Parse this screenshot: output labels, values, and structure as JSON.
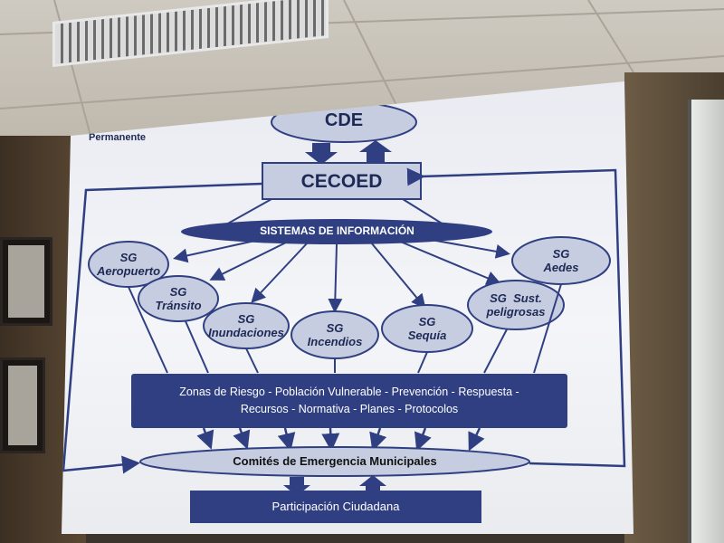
{
  "slide": {
    "corner_label": "Permanente",
    "cde": "CDE",
    "cecoed": "CECOED",
    "sistemas": "SISTEMAS DE INFORMACIÓN",
    "sg_aeropuerto": [
      "SG",
      "Aeropuerto"
    ],
    "sg_transito": [
      "SG",
      "Tránsito"
    ],
    "sg_inundaciones": [
      "SG",
      "Inundaciones"
    ],
    "sg_incendios": [
      "SG",
      "Incendios"
    ],
    "sg_sequia": [
      "SG",
      "Sequía"
    ],
    "sg_sust": [
      "SG  Sust.",
      "peligrosas"
    ],
    "sg_aedes": [
      "SG",
      "Aedes"
    ],
    "zonas_line1": "Zonas de Riesgo - Población Vulnerable - Prevención - Respuesta -",
    "zonas_line2": "Recursos - Normativa - Planes - Protocolos",
    "comites": "Comités de Emergencia Municipales",
    "participacion": "Participación Ciudadana"
  },
  "colors": {
    "navy": "#2f3f82",
    "light_node": "#c7cde0",
    "screen": "#eef0f5"
  }
}
